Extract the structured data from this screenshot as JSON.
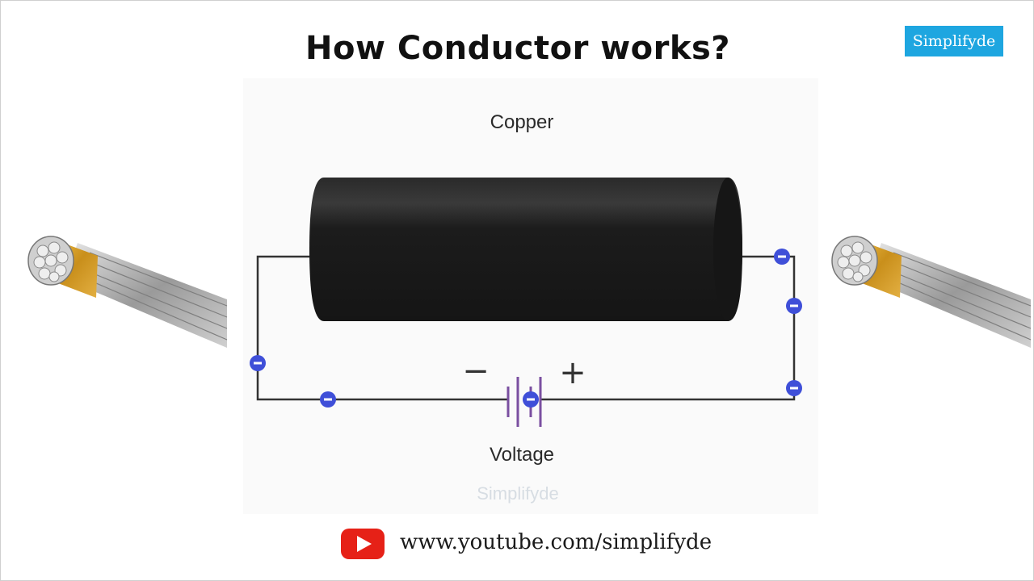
{
  "title": "How Conductor works?",
  "brand_badge": "Simplifyde",
  "diagram": {
    "conductor_label": "Copper",
    "battery_label": "Voltage",
    "minus_sign": "−",
    "plus_sign": "+",
    "watermark": "Simplifyde"
  },
  "footer": {
    "url": "www.youtube.com/simplifyde",
    "icon": "youtube-icon"
  },
  "colors": {
    "brand": "#1ea6e0",
    "electron": "#3f4fd8",
    "battery": "#7a4fa0",
    "youtube": "#e62117"
  }
}
